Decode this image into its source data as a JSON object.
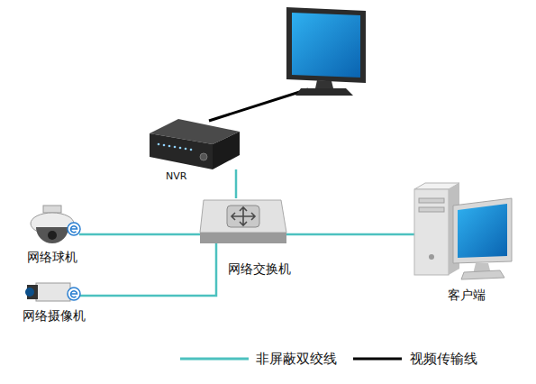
{
  "diagram": {
    "nodes": [
      {
        "text": [
          "NVR"
        ]
      },
      {
        "text": [
          "网络球机"
        ]
      },
      {
        "text": [
          "网络交换机"
        ]
      },
      {
        "text": [
          "客户端"
        ]
      },
      {
        "text": [
          "网络摄像机"
        ]
      }
    ],
    "edges": [
      {
        "from": 0,
        "to": 2,
        "arrow": "none"
      },
      {
        "from": 1,
        "to": 2,
        "arrow": "none"
      },
      {
        "from": 2,
        "to": 3,
        "arrow": "none"
      },
      {
        "from": 4,
        "to": 2,
        "arrow": "none"
      }
    ],
    "legend": [
      {
        "text": "非屏蔽双绞线"
      },
      {
        "text": "视频传输线"
      }
    ]
  }
}
